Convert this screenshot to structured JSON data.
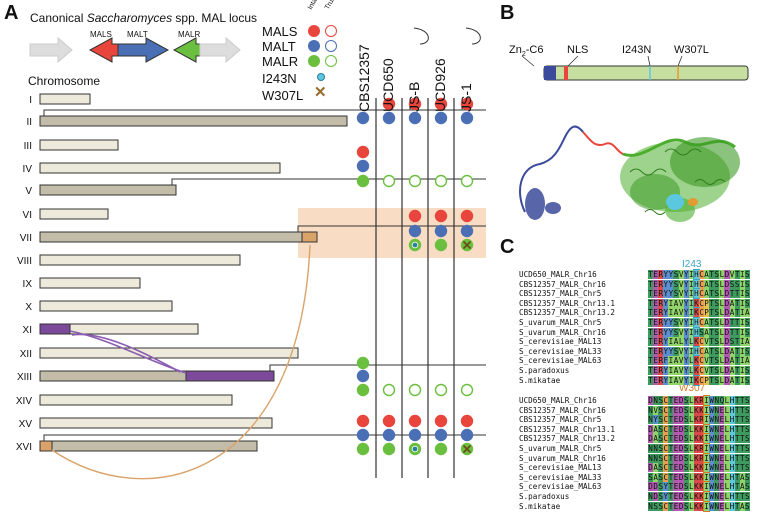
{
  "panels": {
    "a": "A",
    "b": "B",
    "c": "C"
  },
  "locus": {
    "title_pre": "Canonical ",
    "title_italic": "Saccharomyces",
    "title_post": " spp. MAL locus",
    "genes": [
      "MALS",
      "MALT",
      "MALR"
    ]
  },
  "legend": {
    "intact": "Intact",
    "trunc": "Trunc.",
    "rows": [
      "MALS",
      "MALT",
      "MALR",
      "I243N",
      "W307L"
    ],
    "colors": {
      "MALS": "#e8453c",
      "MALT": "#4a6fb5",
      "MALR": "#6bbf3e",
      "I243N": "#5bc8e0",
      "W307L": "#c98a3a",
      "highlight": "#f7d6b8"
    }
  },
  "chromosome_title": "Chromosome",
  "chromosomes": [
    "I",
    "II",
    "III",
    "IV",
    "V",
    "VI",
    "VII",
    "VIII",
    "IX",
    "X",
    "XI",
    "XII",
    "XIII",
    "XIV",
    "XV",
    "XVI"
  ],
  "strains": [
    "CBS12357",
    "UCD650",
    "JS-B",
    "UCD926",
    "JS-1"
  ],
  "protein": {
    "domains": [
      "Zn2-C6",
      "NLS",
      "I243N",
      "W307L"
    ],
    "zn_prefix": "Zn",
    "zn_sub": "2",
    "zn_suffix": "-C6"
  },
  "alignment": {
    "site1_label": "I243",
    "site2_label": "W307",
    "names": [
      "UCD650_MALR_Chr16",
      "CBS12357_MALR_Chr16",
      "CBS12357_MALR_Chr5",
      "CBS12357_MALR_Chr13.1",
      "CBS12357_MALR_Chr13.2",
      "S_uvarum_MALR_Chr5",
      "S_uvarum_MALR_Chr16",
      "S_cerevisiae_MAL13",
      "S_cerevisiae_MAL33",
      "S_cerevisiae_MAL63",
      "S.paradoxus",
      "S.mikatae"
    ],
    "block1": [
      "TERYYSVYIHCATSLDVTIS",
      "TERYYSVYIHCATSLDSSIS",
      "TERYYSVYIHCATSLDTTIS",
      "TERYIAVYIKCPTSLDATIS",
      "TERYIAVYIKCPTSLDATIA",
      "TERYYSVYIHCATSLDTTIS",
      "TERYYSVYIHSATSLDTTIS",
      "TERYIALYLKCVTSLDSTIA",
      "TERYYSVYIHCATSLDATIS",
      "TERFIAVYLKCVTSLDATIA",
      "TERYIAVYLKCVTSLDATIS",
      "TERYIAVYIKCPTSLDATIS"
    ],
    "block2": [
      "DNSCTEDSLKRIWNQLHTTS",
      "NVSCTEDSLKKIWNELHTTS",
      "NYSCTEDSLKRIWNELHTTS",
      "DASCTEDSLKKIWNELHTTS",
      "DASCTEDSLKKIWNELHTTS",
      "NNSCTEDSLKRIWNELHTTS",
      "NNSCTEDSLKRIWNELHTTS",
      "DASCTEDSLKKIWNELHTTS",
      "SASCTEDSLKKIWNELHTAS",
      "DDSYTEDSLKKIWNELHTAS",
      "NDSYTEDSLKKIWNELHTTS",
      "NSSCTEDSLKKIWNELHTAS"
    ]
  }
}
